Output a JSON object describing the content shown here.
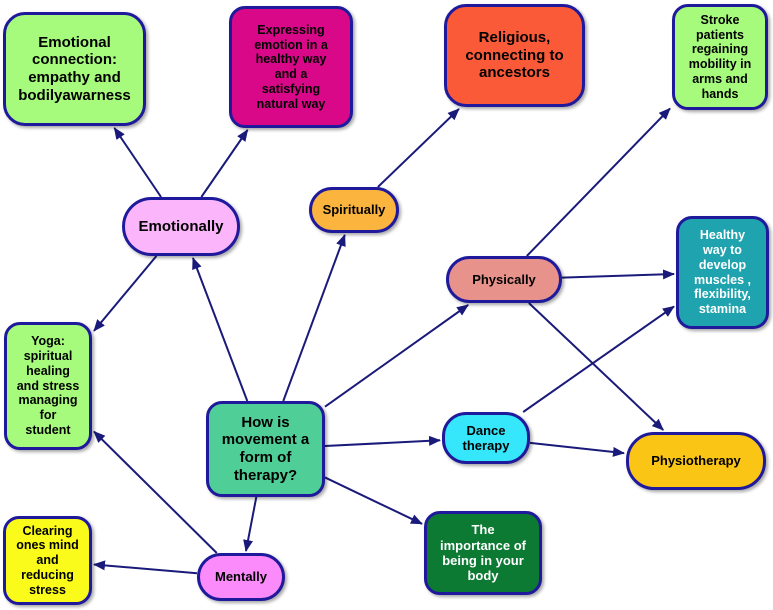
{
  "nodes": {
    "central": {
      "label": "How is\nmovement a\nform of\ntherapy?",
      "color": "#4fcf97"
    },
    "emotionally": {
      "label": "Emotionally",
      "color": "#fbb6fb"
    },
    "spiritually": {
      "label": "Spiritually",
      "color": "#fbb43e"
    },
    "physically": {
      "label": "Physically",
      "color": "#e7938b"
    },
    "dance_therapy": {
      "label": "Dance\ntherapy",
      "color": "#36e7fb"
    },
    "mentally": {
      "label": "Mentally",
      "color": "#fb8afb"
    },
    "emotional_connection": {
      "label": "Emotional\nconnection:\nempathy and\nbodilyawarness",
      "color": "#a6fb7c"
    },
    "expressing_emotion": {
      "label": "Expressing\nemotion in a\nhealthy way\nand a\nsatisfying\nnatural way",
      "color": "#d80888"
    },
    "religious": {
      "label": "Religious,\nconnecting to\nancestors",
      "color": "#fb5a39"
    },
    "stroke": {
      "label": "Stroke\npatients\nregaining\nmobility in\narms and\nhands",
      "color": "#a6fb7c"
    },
    "healthy_way": {
      "label": "Healthy\nway to\ndevelop\nmuscles ,\nflexibility,\nstamina",
      "color": "#1fa3ae"
    },
    "yoga": {
      "label": "Yoga:\nspiritual\nhealing\nand stress\nmanaging\nfor\nstudent",
      "color": "#a6fb7c"
    },
    "physiotherapy": {
      "label": "Physiotherapy",
      "color": "#fbc515"
    },
    "importance": {
      "label": "The\nimportance of\nbeing in your\nbody",
      "color": "#0c7a33"
    },
    "clearing": {
      "label": "Clearing\nones mind\nand\nreducing\nstress",
      "color": "#fbfb1b"
    }
  },
  "edges": [
    [
      "central",
      "emotionally"
    ],
    [
      "central",
      "spiritually"
    ],
    [
      "central",
      "physically"
    ],
    [
      "central",
      "dance_therapy"
    ],
    [
      "central",
      "importance"
    ],
    [
      "central",
      "mentally"
    ],
    [
      "emotionally",
      "emotional_connection"
    ],
    [
      "emotionally",
      "expressing_emotion"
    ],
    [
      "emotionally",
      "yoga"
    ],
    [
      "spiritually",
      "religious"
    ],
    [
      "physically",
      "stroke"
    ],
    [
      "physically",
      "healthy_way"
    ],
    [
      "physically",
      "physiotherapy"
    ],
    [
      "dance_therapy",
      "healthy_way"
    ],
    [
      "dance_therapy",
      "physiotherapy"
    ],
    [
      "mentally",
      "yoga"
    ],
    [
      "mentally",
      "clearing"
    ]
  ],
  "edge_color": "#1a1a7a"
}
